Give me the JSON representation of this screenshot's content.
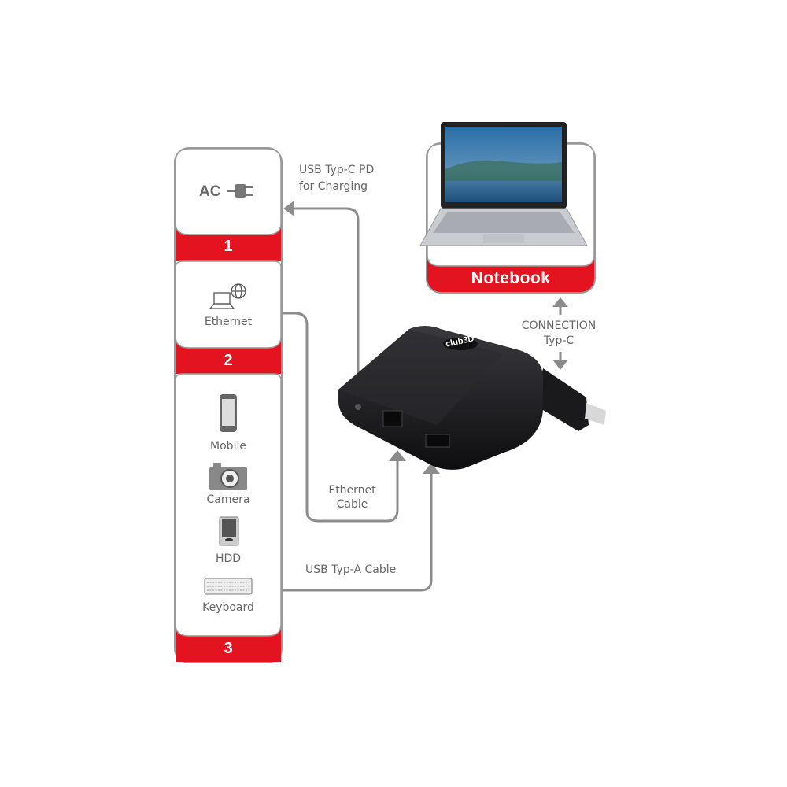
{
  "left_panel": {
    "segments": [
      {
        "number": "1",
        "title": "AC",
        "icon": "power-plug-icon"
      },
      {
        "number": "2",
        "title": "Ethernet",
        "icon": "laptop-globe-icon"
      },
      {
        "number": "3",
        "devices": [
          {
            "label": "Mobile",
            "icon": "smartphone-icon"
          },
          {
            "label": "Camera",
            "icon": "camera-icon"
          },
          {
            "label": "HDD",
            "icon": "hdd-icon"
          },
          {
            "label": "Keyboard",
            "icon": "keyboard-icon"
          }
        ]
      }
    ]
  },
  "notebook": {
    "label": "Notebook",
    "icon": "laptop-icon"
  },
  "connections": {
    "charging": [
      "USB Typ-C PD",
      "for Charging"
    ],
    "notebook_link": [
      "CONNECTION",
      "Typ-C"
    ],
    "ethernet": [
      "Ethernet",
      "Cable"
    ],
    "usb_a": "USB Typ-A Cable"
  },
  "device": {
    "brand": "club3D"
  },
  "colors": {
    "red": "#e3141f",
    "line": "#8c8c8c",
    "device": "#1c1c1e"
  }
}
